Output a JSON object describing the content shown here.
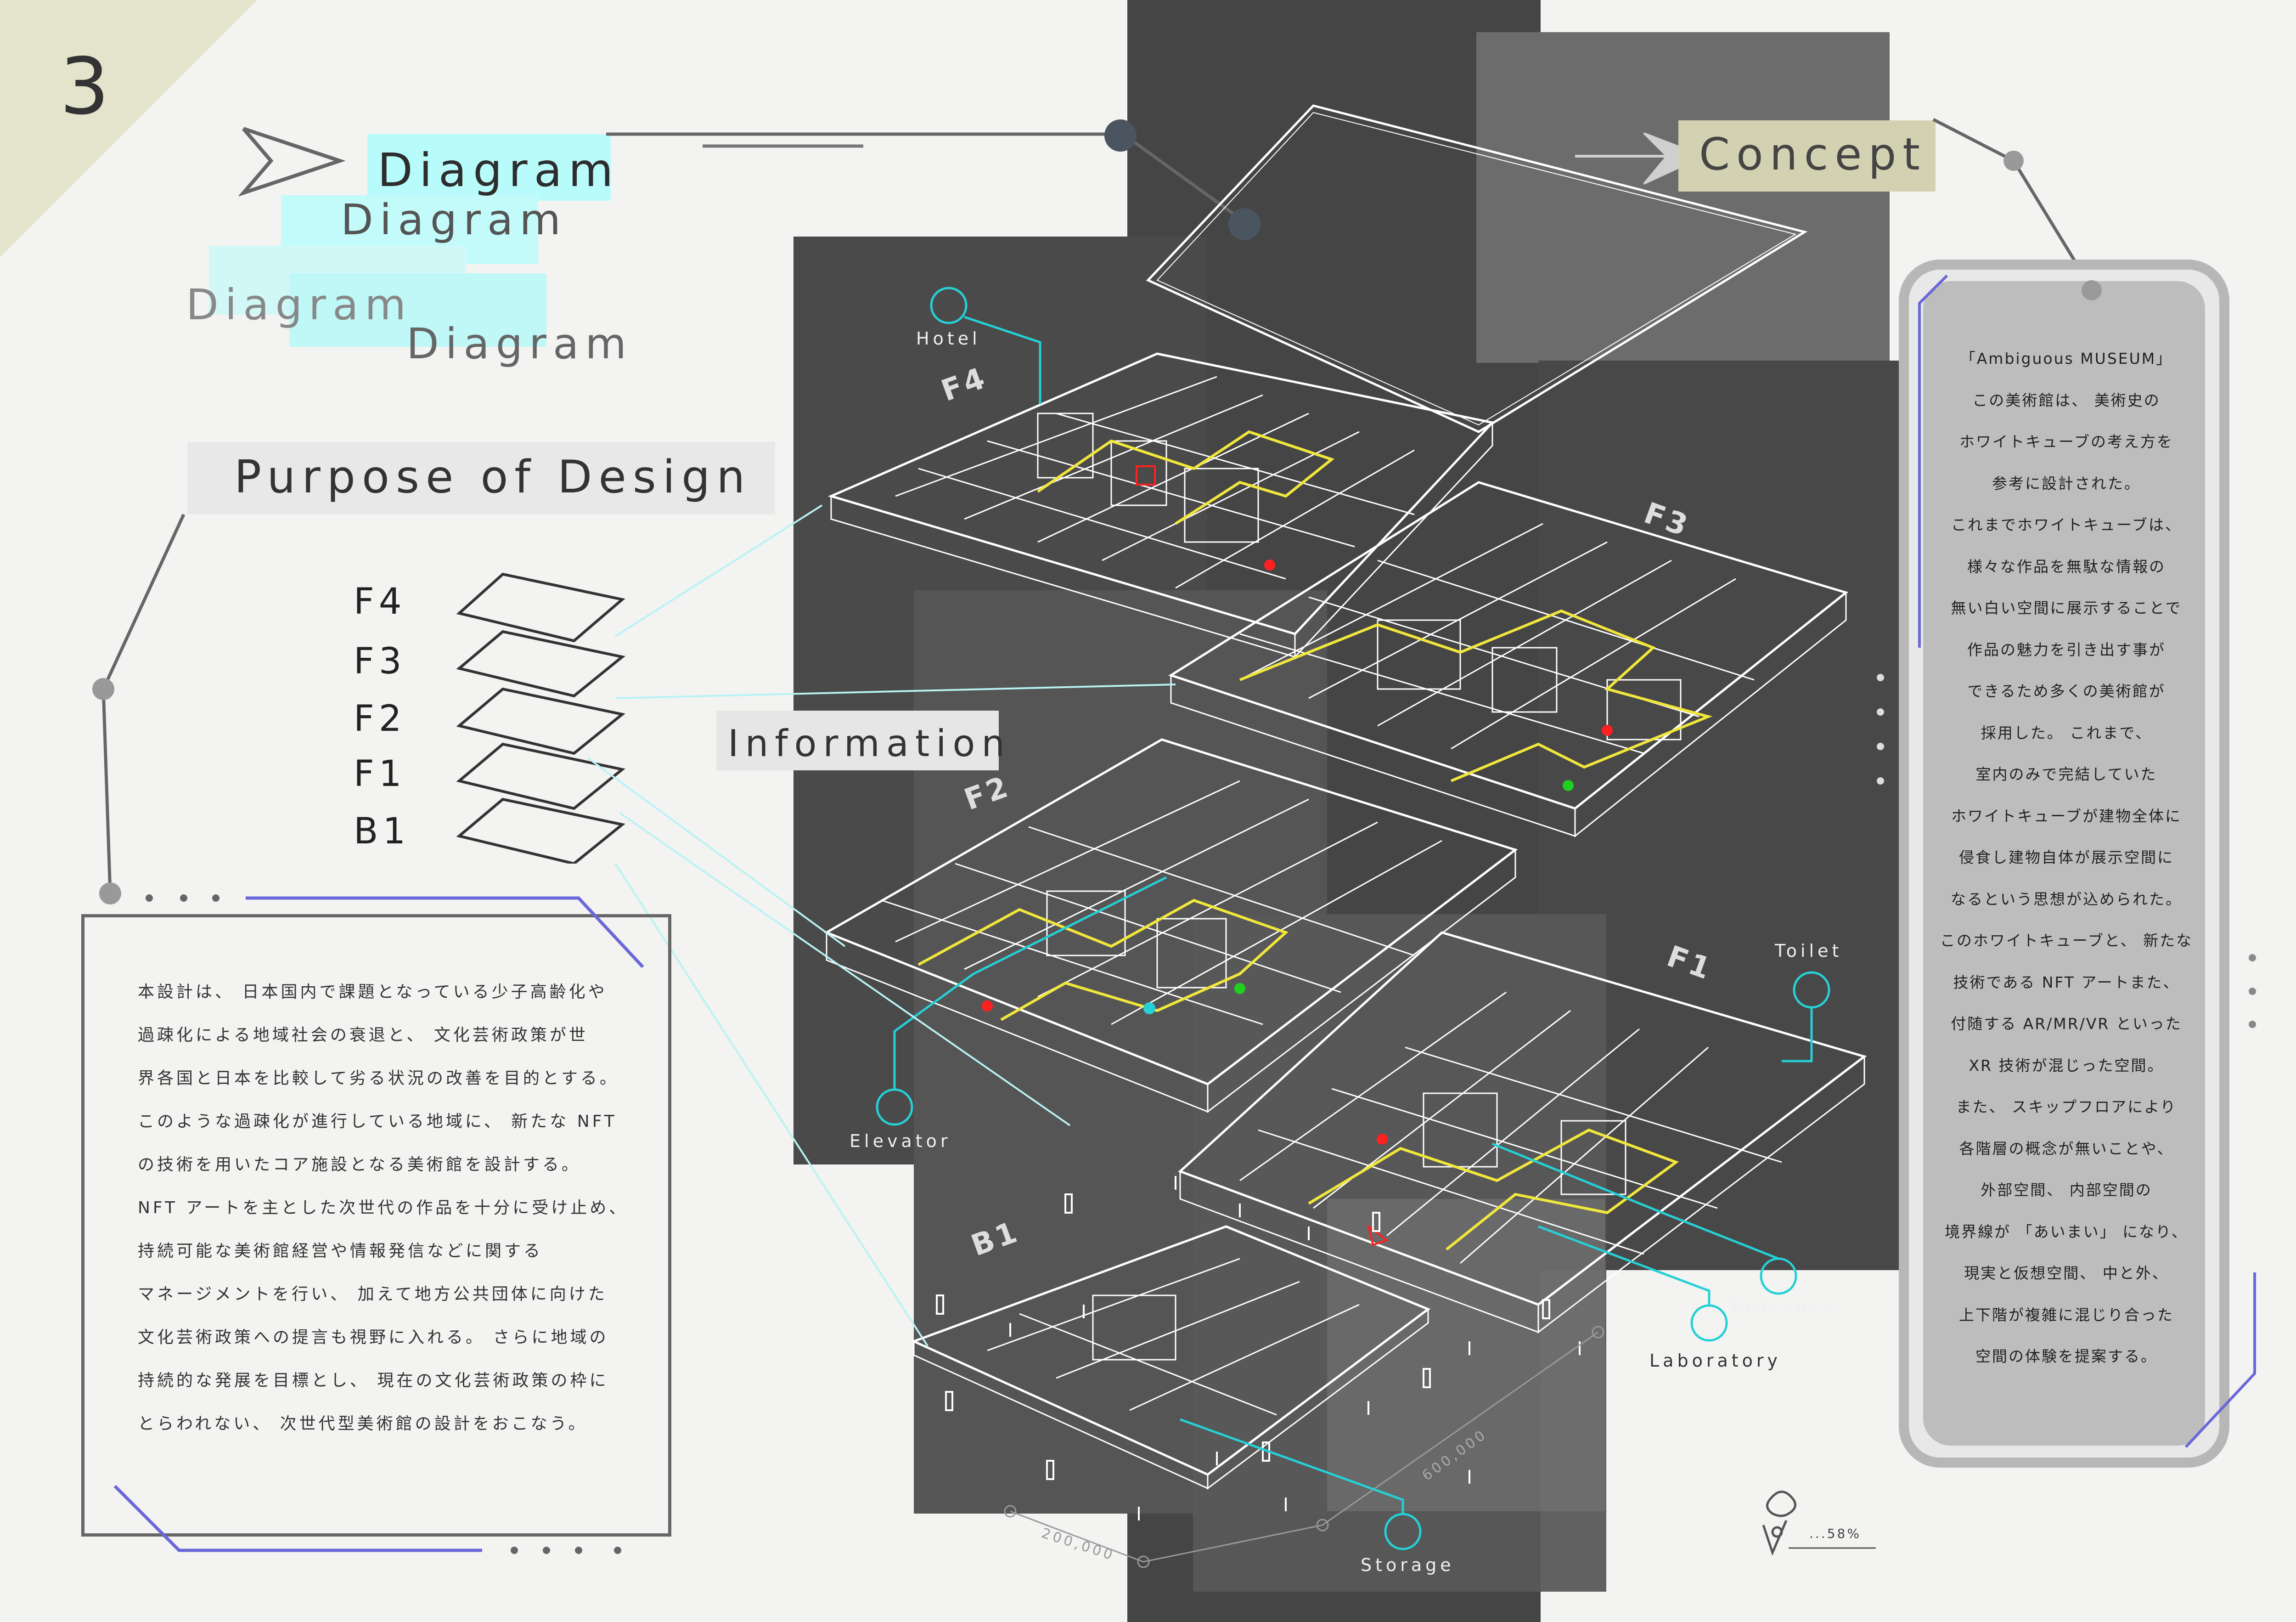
{
  "page_number": "3",
  "diagram_titles": [
    "Diagram",
    "Diagram",
    "Diagram",
    "Diagram"
  ],
  "concept_title": "Concept",
  "purpose_title": "Purpose of Design",
  "information_title": "Information",
  "floor_list": [
    "F4",
    "F3",
    "F2",
    "F1",
    "B1"
  ],
  "floor_tags": [
    "F4",
    "F3",
    "F2",
    "F1",
    "B1"
  ],
  "callouts": {
    "hotel": "Hotel",
    "elevator": "Elevator",
    "toilet": "Toilet",
    "entrance": "Entrance",
    "laboratory": "Laboratory",
    "storage": "Storage"
  },
  "dimensions": {
    "width": "600,000",
    "depth": "200,000"
  },
  "scale_note": "...58%",
  "purpose_text": [
    "本設計は、 日本国内で課題となっている少子高齢化や",
    "過疎化による地域社会の衰退と、 文化芸術政策が世",
    "界各国と日本を比較して劣る状況の改善を目的とする。",
    "このような過疎化が進行している地域に、 新たな NFT",
    "の技術を用いたコア施設となる美術館を設計する。",
    "NFT アートを主とした次世代の作品を十分に受け止め、",
    "持続可能な美術館経営や情報発信などに関する",
    "マネージメントを行い、 加えて地方公共団体に向けた",
    "文化芸術政策への提言も視野に入れる。 さらに地域の",
    "持続的な発展を目標とし、 現在の文化芸術政策の枠に",
    "とらわれない、 次世代型美術館の設計をおこなう。"
  ],
  "concept_text": [
    "「Ambiguous MUSEUM」",
    "この美術館は、 美術史の",
    "ホワイトキューブの考え方を",
    "参考に設計された。",
    "これまでホワイトキューブは、",
    "様々な作品を無駄な情報の",
    "無い白い空間に展示することで",
    "作品の魅力を引き出す事が",
    "できるため多くの美術館が",
    "採用した。 これまで、",
    "室内のみで完結していた",
    "ホワイトキューブが建物全体に",
    "侵食し建物自体が展示空間に",
    "なるという思想が込められた。",
    "このホワイトキューブと、 新たな",
    "技術である NFT アートまた、",
    "付随する AR/MR/VR といった",
    "XR 技術が混じった空間。",
    "また、 スキップフロアにより",
    "各階層の概念が無いことや、",
    "外部空間、 内部空間の",
    "境界線が 「あいまい」 になり、",
    "現実と仮想空間、 中と外、",
    "上下階が複雑に混じり合った",
    "空間の体験を提案する。"
  ],
  "colors": {
    "background": "#f3f3f2",
    "dark_panel": "#474747",
    "mid_panel": "#6b6b6b",
    "highlight_cyan": "#b8fbfb",
    "concept_tag": "#d2d2b2",
    "corner_tri": "#e4e4cc",
    "circulation": "#f0e63c",
    "callout_cyan": "#25d0d6",
    "accent_blue": "#6a68d8"
  }
}
